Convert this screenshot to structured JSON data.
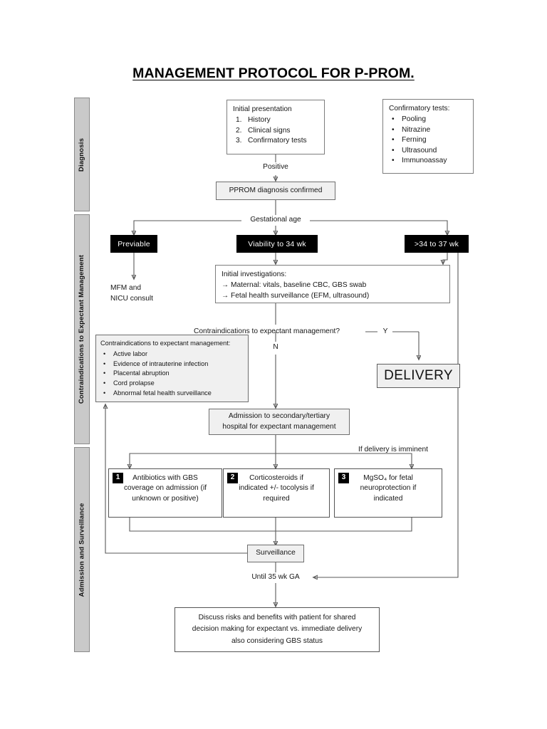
{
  "document": {
    "title": "MANAGEMENT PROTOCOL FOR P-PROM."
  },
  "sections": [
    {
      "id": "diagnosis",
      "label": "Diagnosis"
    },
    {
      "id": "contraindications",
      "label": "Contraindications to Expectant Management"
    },
    {
      "id": "admission",
      "label": "Admission and Surveillance"
    }
  ],
  "flowchart": {
    "initial_presentation": {
      "heading": "Initial presentation",
      "items": [
        {
          "n": "1.",
          "text": "History"
        },
        {
          "n": "2.",
          "text": "Clinical signs"
        },
        {
          "n": "3.",
          "text": "Confirmatory tests"
        }
      ]
    },
    "confirmatory_tests": {
      "heading": "Confirmatory tests:",
      "items": [
        "Pooling",
        "Nitrazine",
        "Ferning",
        "Ultrasound",
        "Immunoassay"
      ]
    },
    "positive_label": "Positive",
    "pprom_confirmed": "PPROM diagnosis confirmed",
    "gestational_age_label": "Gestational age",
    "ga_branches": [
      {
        "id": "previable",
        "label": "Previable"
      },
      {
        "id": "viability-to-34",
        "label": "Viability to 34 wk"
      },
      {
        "id": "34-to-37",
        "label": ">34 to 37 wk"
      }
    ],
    "mfm_nicu_consult": {
      "line1": "MFM and",
      "line2": "NICU consult"
    },
    "initial_investigations": {
      "heading": "Initial investigations:",
      "items": [
        "Maternal: vitals, baseline CBC, GBS swab",
        "Fetal health surveillance (EFM, ultrasound)"
      ],
      "arrow_glyph": "→"
    },
    "decision": {
      "question": "Contraindications to expectant management?",
      "yes_label": "Y",
      "no_label": "N"
    },
    "contraindications_box": {
      "heading": "Contraindications to expectant management:",
      "items": [
        "Active labor",
        "Evidence of intrauterine infection",
        "Placental abruption",
        "Cord prolapse",
        "Abnormal fetal health surveillance"
      ]
    },
    "delivery": "DELIVERY",
    "admission": {
      "line1": "Admission to secondary/tertiary",
      "line2": "hospital for expectant management"
    },
    "imminent_label": "If delivery is imminent",
    "actions": [
      {
        "number": "1",
        "lines": [
          "Antibiotics with GBS",
          "coverage on admission (if",
          "unknown or positive)"
        ]
      },
      {
        "number": "2",
        "lines": [
          "Corticosteroids if",
          "indicated +/- tocolysis if",
          "required"
        ]
      },
      {
        "number": "3",
        "lines": [
          "MgSO₄ for fetal",
          "neuroprotection if",
          "indicated"
        ]
      }
    ],
    "surveillance": "Surveillance",
    "until_label": "Until 35 wk GA",
    "shared_decision": {
      "line1": "Discuss risks and benefits with patient for shared",
      "line2": "decision making for expectant vs. immediate delivery",
      "line3": "also considering GBS status"
    }
  },
  "colors": {
    "black_box": "#000000",
    "shaded_box": "#f0f0f0",
    "section_bar": "#c9c9c9",
    "line": "#5a5a5a"
  }
}
